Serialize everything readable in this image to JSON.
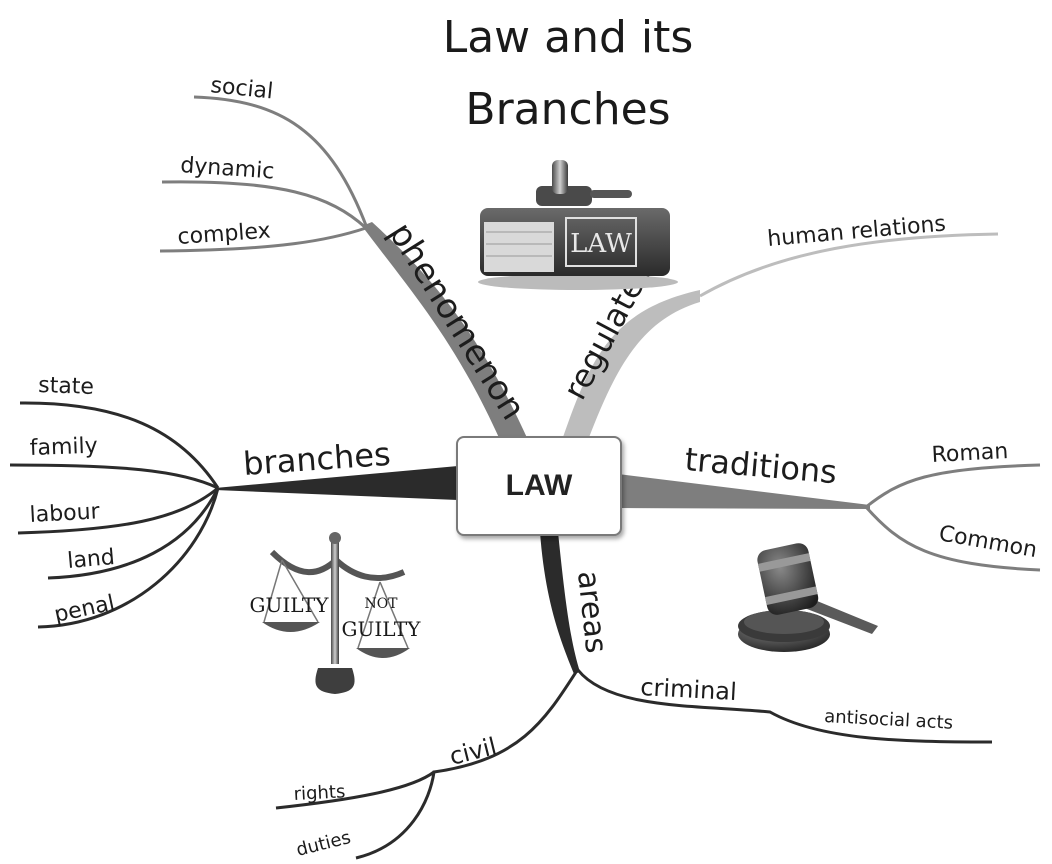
{
  "title": {
    "line1": "Law and its",
    "line2": "Branches"
  },
  "center": "LAW",
  "branches": {
    "phenomenon": {
      "label": "phenomenon",
      "children": [
        "social",
        "dynamic",
        "complex"
      ]
    },
    "regulates": {
      "label": "regulates",
      "children": [
        "human relations"
      ]
    },
    "branches": {
      "label": "branches",
      "children": [
        "state",
        "family",
        "labour",
        "land",
        "penal"
      ]
    },
    "traditions": {
      "label": "traditions",
      "children": [
        "Roman",
        "Common"
      ]
    },
    "areas": {
      "label": "areas"
    },
    "criminal": {
      "label": "criminal",
      "children": [
        "antisocial acts"
      ]
    },
    "civil": {
      "label": "civil",
      "children": [
        "rights",
        "duties"
      ]
    }
  },
  "images": {
    "law_book": {
      "icon": "law-book-with-gavel",
      "text": "LAW"
    },
    "scales": {
      "icon": "scales-of-justice",
      "left": "GUILTY",
      "right_top": "NOT",
      "right_bottom": "GUILTY"
    },
    "gavel": {
      "icon": "gavel-icon"
    }
  },
  "colors": {
    "dark": "#2b2b2b",
    "mid": "#7e7e7e",
    "light": "#bdbdbd"
  }
}
